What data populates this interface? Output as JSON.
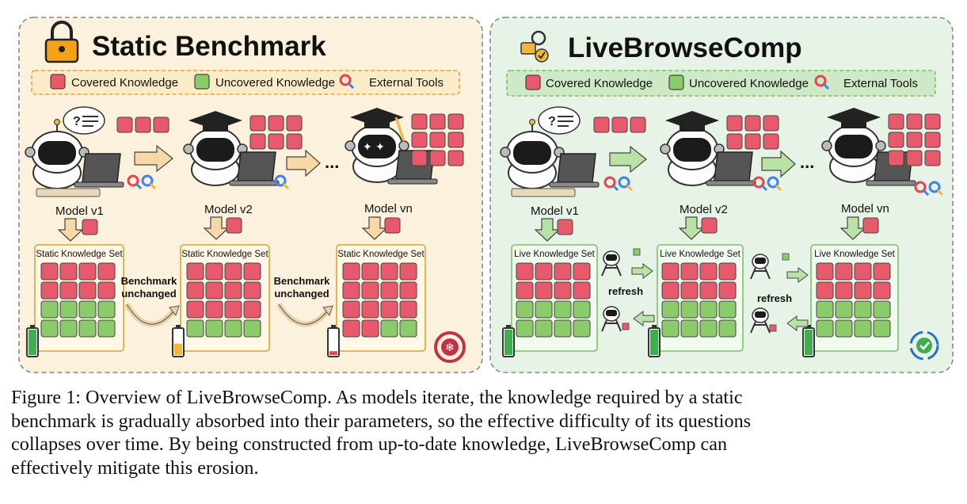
{
  "left_panel": {
    "title": "Static Benchmark",
    "legend": {
      "covered": "Covered Knowledge",
      "uncovered": "Uncovered Knowledge",
      "tools": "External Tools"
    },
    "models": [
      "Model v1",
      "Model v2",
      "Model vn"
    ],
    "ellipsis": "...",
    "set_title": "Static Knowledge Set",
    "transition_note_1": "Benchmark",
    "transition_note_2": "unchanged",
    "sets": [
      {
        "covered_rows": 2,
        "battery_level": 1.0
      },
      {
        "covered_rows": 3,
        "battery_level": 0.45
      },
      {
        "covered_rows": 3.5,
        "battery_level": 0.15
      }
    ]
  },
  "right_panel": {
    "title": "LiveBrowseComp",
    "legend": {
      "covered": "Covered Knowledge",
      "uncovered": "Uncovered Knowledge",
      "tools": "External Tools"
    },
    "models": [
      "Model v1",
      "Model v2",
      "Model vn"
    ],
    "ellipsis": "...",
    "set_title": "Live Knowledge Set",
    "transition_note": "refresh",
    "sets": [
      {
        "covered_rows": 2,
        "battery_level": 1.0
      },
      {
        "covered_rows": 2,
        "battery_level": 1.0
      },
      {
        "covered_rows": 2,
        "battery_level": 1.0
      }
    ]
  },
  "colors": {
    "covered": "#e85a6b",
    "uncovered": "#8ccb6a",
    "left_bg": "#fbf1dc",
    "right_bg": "#e6f3e6",
    "arrow_left": "#f7d9a8",
    "arrow_right": "#b9e2a5"
  },
  "caption": {
    "line1": "Figure 1: Overview of LiveBrowseComp. As models iterate, the knowledge required by a static",
    "line2": "benchmark is gradually absorbed into their parameters, so the effective difficulty of its questions",
    "line3": "collapses over time. By being constructed from up-to-date knowledge, LiveBrowseComp can",
    "line4": "effectively mitigate this erosion."
  }
}
